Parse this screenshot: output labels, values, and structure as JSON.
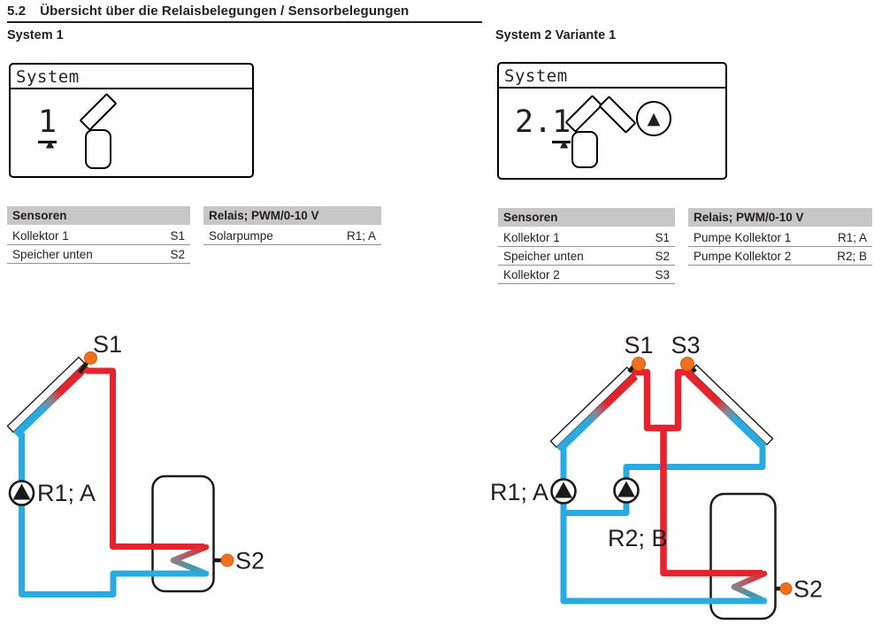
{
  "document": {
    "section_number": "5.2",
    "section_title": "Übersicht über die Relaisbelegungen / Sensorbelegungen"
  },
  "glyphs": {
    "cursor_triangle": "▲",
    "pump_triangle": "▲"
  },
  "colors": {
    "pipe_red": "#e5232d",
    "pipe_blue": "#29abe2",
    "sensor_orange": "#f0711d",
    "table_header_bg": "#c7c7c7",
    "row_line": "#8f9193",
    "ink": "#231f20"
  },
  "systems": [
    {
      "title": "System 1",
      "lcd": {
        "title": "System",
        "value_prefix": "",
        "value_cursor": "1"
      },
      "sensor_table": {
        "header": "Sensoren",
        "rows": [
          {
            "label": "Kollektor 1",
            "value": "S1"
          },
          {
            "label": "Speicher unten",
            "value": "S2"
          }
        ]
      },
      "relay_table": {
        "header": "Relais; PWM/0-10 V",
        "rows": [
          {
            "label": "Solarpumpe",
            "value": "R1; A"
          }
        ]
      },
      "diagram": {
        "collector_sensor": "S1",
        "store_sensor": "S2",
        "pump_label": "R1; A"
      }
    },
    {
      "title": "System 2 Variante 1",
      "lcd": {
        "title": "System",
        "value_prefix": "2.",
        "value_cursor": "1"
      },
      "sensor_table": {
        "header": "Sensoren",
        "rows": [
          {
            "label": "Kollektor 1",
            "value": "S1"
          },
          {
            "label": "Speicher unten",
            "value": "S2"
          },
          {
            "label": "Kollektor 2",
            "value": "S3"
          }
        ]
      },
      "relay_table": {
        "header": "Relais; PWM/0-10 V",
        "rows": [
          {
            "label": "Pumpe Kollektor 1",
            "value": "R1; A"
          },
          {
            "label": "Pumpe Kollektor 2",
            "value": "R2; B"
          }
        ]
      },
      "diagram": {
        "collector1_sensor": "S1",
        "collector2_sensor": "S3",
        "store_sensor": "S2",
        "pump1_label": "R1; A",
        "pump2_label": "R2; B"
      }
    }
  ]
}
